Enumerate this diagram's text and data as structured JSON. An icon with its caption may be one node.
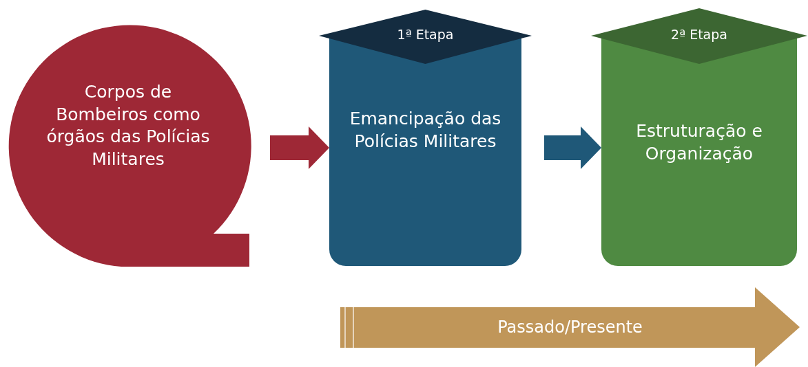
{
  "diagram": {
    "nodes": [
      {
        "text": [
          "Corpos de Bombeiros como órgãos das Polícias Militares"
        ]
      },
      {
        "text": [
          "1ª Etapa",
          "Emancipação das Polícias Militares"
        ]
      },
      {
        "text": [
          "2ª Etapa",
          "Estruturação e Organização"
        ]
      },
      {
        "text": [
          "Passado/Presente"
        ]
      }
    ],
    "edges": [
      {
        "from": 0,
        "to": 1,
        "arrow": "to",
        "color": "#9e2836"
      },
      {
        "from": 1,
        "to": 2,
        "arrow": "to",
        "color": "#1f5878"
      }
    ]
  }
}
